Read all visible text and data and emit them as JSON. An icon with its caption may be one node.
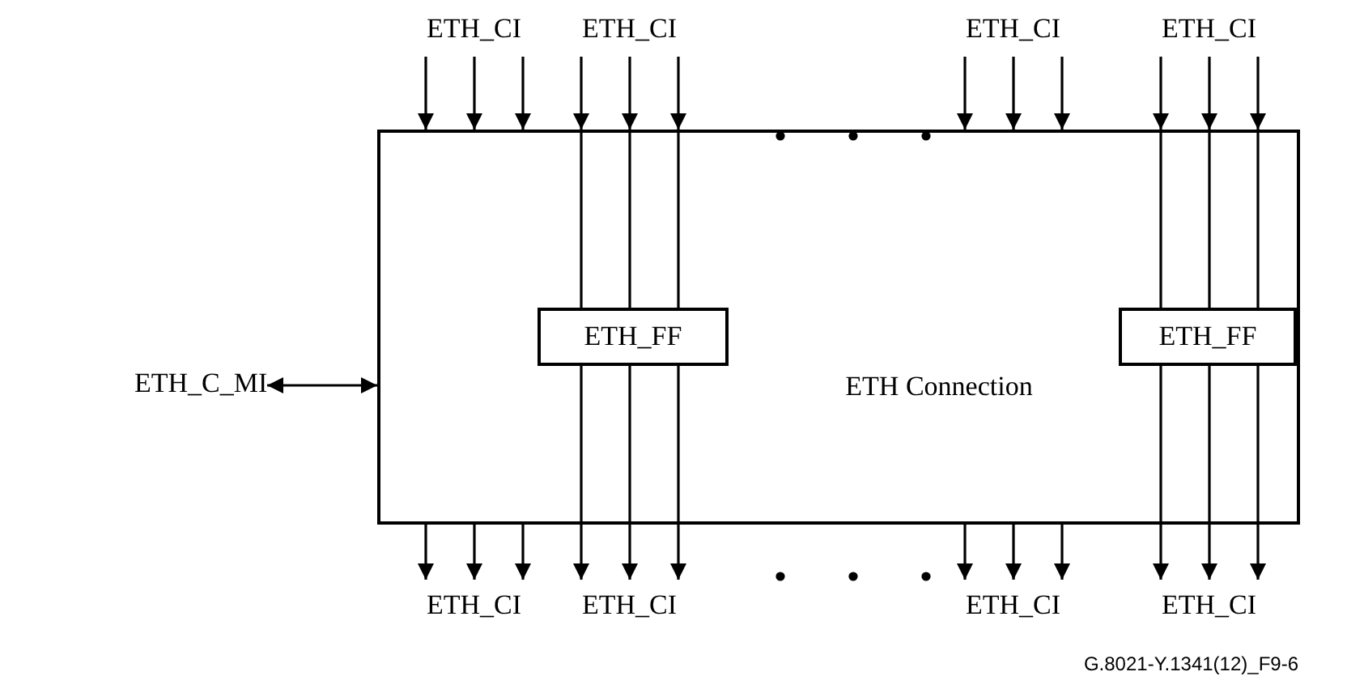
{
  "diagram": {
    "nodes": [
      {
        "text": [
          "ETH_CI"
        ]
      },
      {
        "text": [
          "ETH_CI"
        ]
      },
      {
        "text": [
          "ETH_CI"
        ]
      },
      {
        "text": [
          "ETH_CI"
        ]
      },
      {
        "text": [
          "ETH Connection"
        ]
      },
      {
        "text": [
          "ETH_FF"
        ],
        "in": 4
      },
      {
        "text": [
          "ETH_FF"
        ],
        "in": 4
      },
      {
        "text": [
          "ETH_C_MI"
        ]
      },
      {
        "text": [
          "ETH_CI"
        ]
      },
      {
        "text": [
          "ETH_CI"
        ]
      },
      {
        "text": [
          "ETH_CI"
        ]
      },
      {
        "text": [
          "ETH_CI"
        ]
      }
    ],
    "edges": [
      {
        "from": 0,
        "to": 4,
        "arrow": "to"
      },
      {
        "from": 0,
        "to": 4,
        "arrow": "to"
      },
      {
        "from": 0,
        "to": 4,
        "arrow": "to"
      },
      {
        "from": 1,
        "to": 4,
        "arrow": "to"
      },
      {
        "from": 1,
        "to": 4,
        "arrow": "to"
      },
      {
        "from": 1,
        "to": 4,
        "arrow": "to"
      },
      {
        "from": 4,
        "to": 5,
        "arrow": "none"
      },
      {
        "from": 4,
        "to": 5,
        "arrow": "none"
      },
      {
        "from": 4,
        "to": 5,
        "arrow": "none"
      },
      {
        "from": 2,
        "to": 4,
        "arrow": "to"
      },
      {
        "from": 2,
        "to": 4,
        "arrow": "to"
      },
      {
        "from": 2,
        "to": 4,
        "arrow": "to"
      },
      {
        "from": 3,
        "to": 4,
        "arrow": "to"
      },
      {
        "from": 3,
        "to": 4,
        "arrow": "to"
      },
      {
        "from": 3,
        "to": 4,
        "arrow": "to"
      },
      {
        "from": 4,
        "to": 6,
        "arrow": "none"
      },
      {
        "from": 4,
        "to": 6,
        "arrow": "none"
      },
      {
        "from": 4,
        "to": 6,
        "arrow": "none"
      },
      {
        "from": 7,
        "to": 4,
        "arrow": "both"
      },
      {
        "from": 4,
        "to": 8,
        "arrow": "to"
      },
      {
        "from": 4,
        "to": 8,
        "arrow": "to"
      },
      {
        "from": 4,
        "to": 8,
        "arrow": "to"
      },
      {
        "from": 5,
        "to": 9,
        "arrow": "to"
      },
      {
        "from": 5,
        "to": 9,
        "arrow": "to"
      },
      {
        "from": 5,
        "to": 9,
        "arrow": "to"
      },
      {
        "from": 4,
        "to": 10,
        "arrow": "to"
      },
      {
        "from": 4,
        "to": 10,
        "arrow": "to"
      },
      {
        "from": 4,
        "to": 10,
        "arrow": "to"
      },
      {
        "from": 6,
        "to": 11,
        "arrow": "to"
      },
      {
        "from": 6,
        "to": 11,
        "arrow": "to"
      },
      {
        "from": 6,
        "to": 11,
        "arrow": "to"
      }
    ],
    "labels": [
      "G.8021-Y.1341(12)_F9-6"
    ]
  }
}
